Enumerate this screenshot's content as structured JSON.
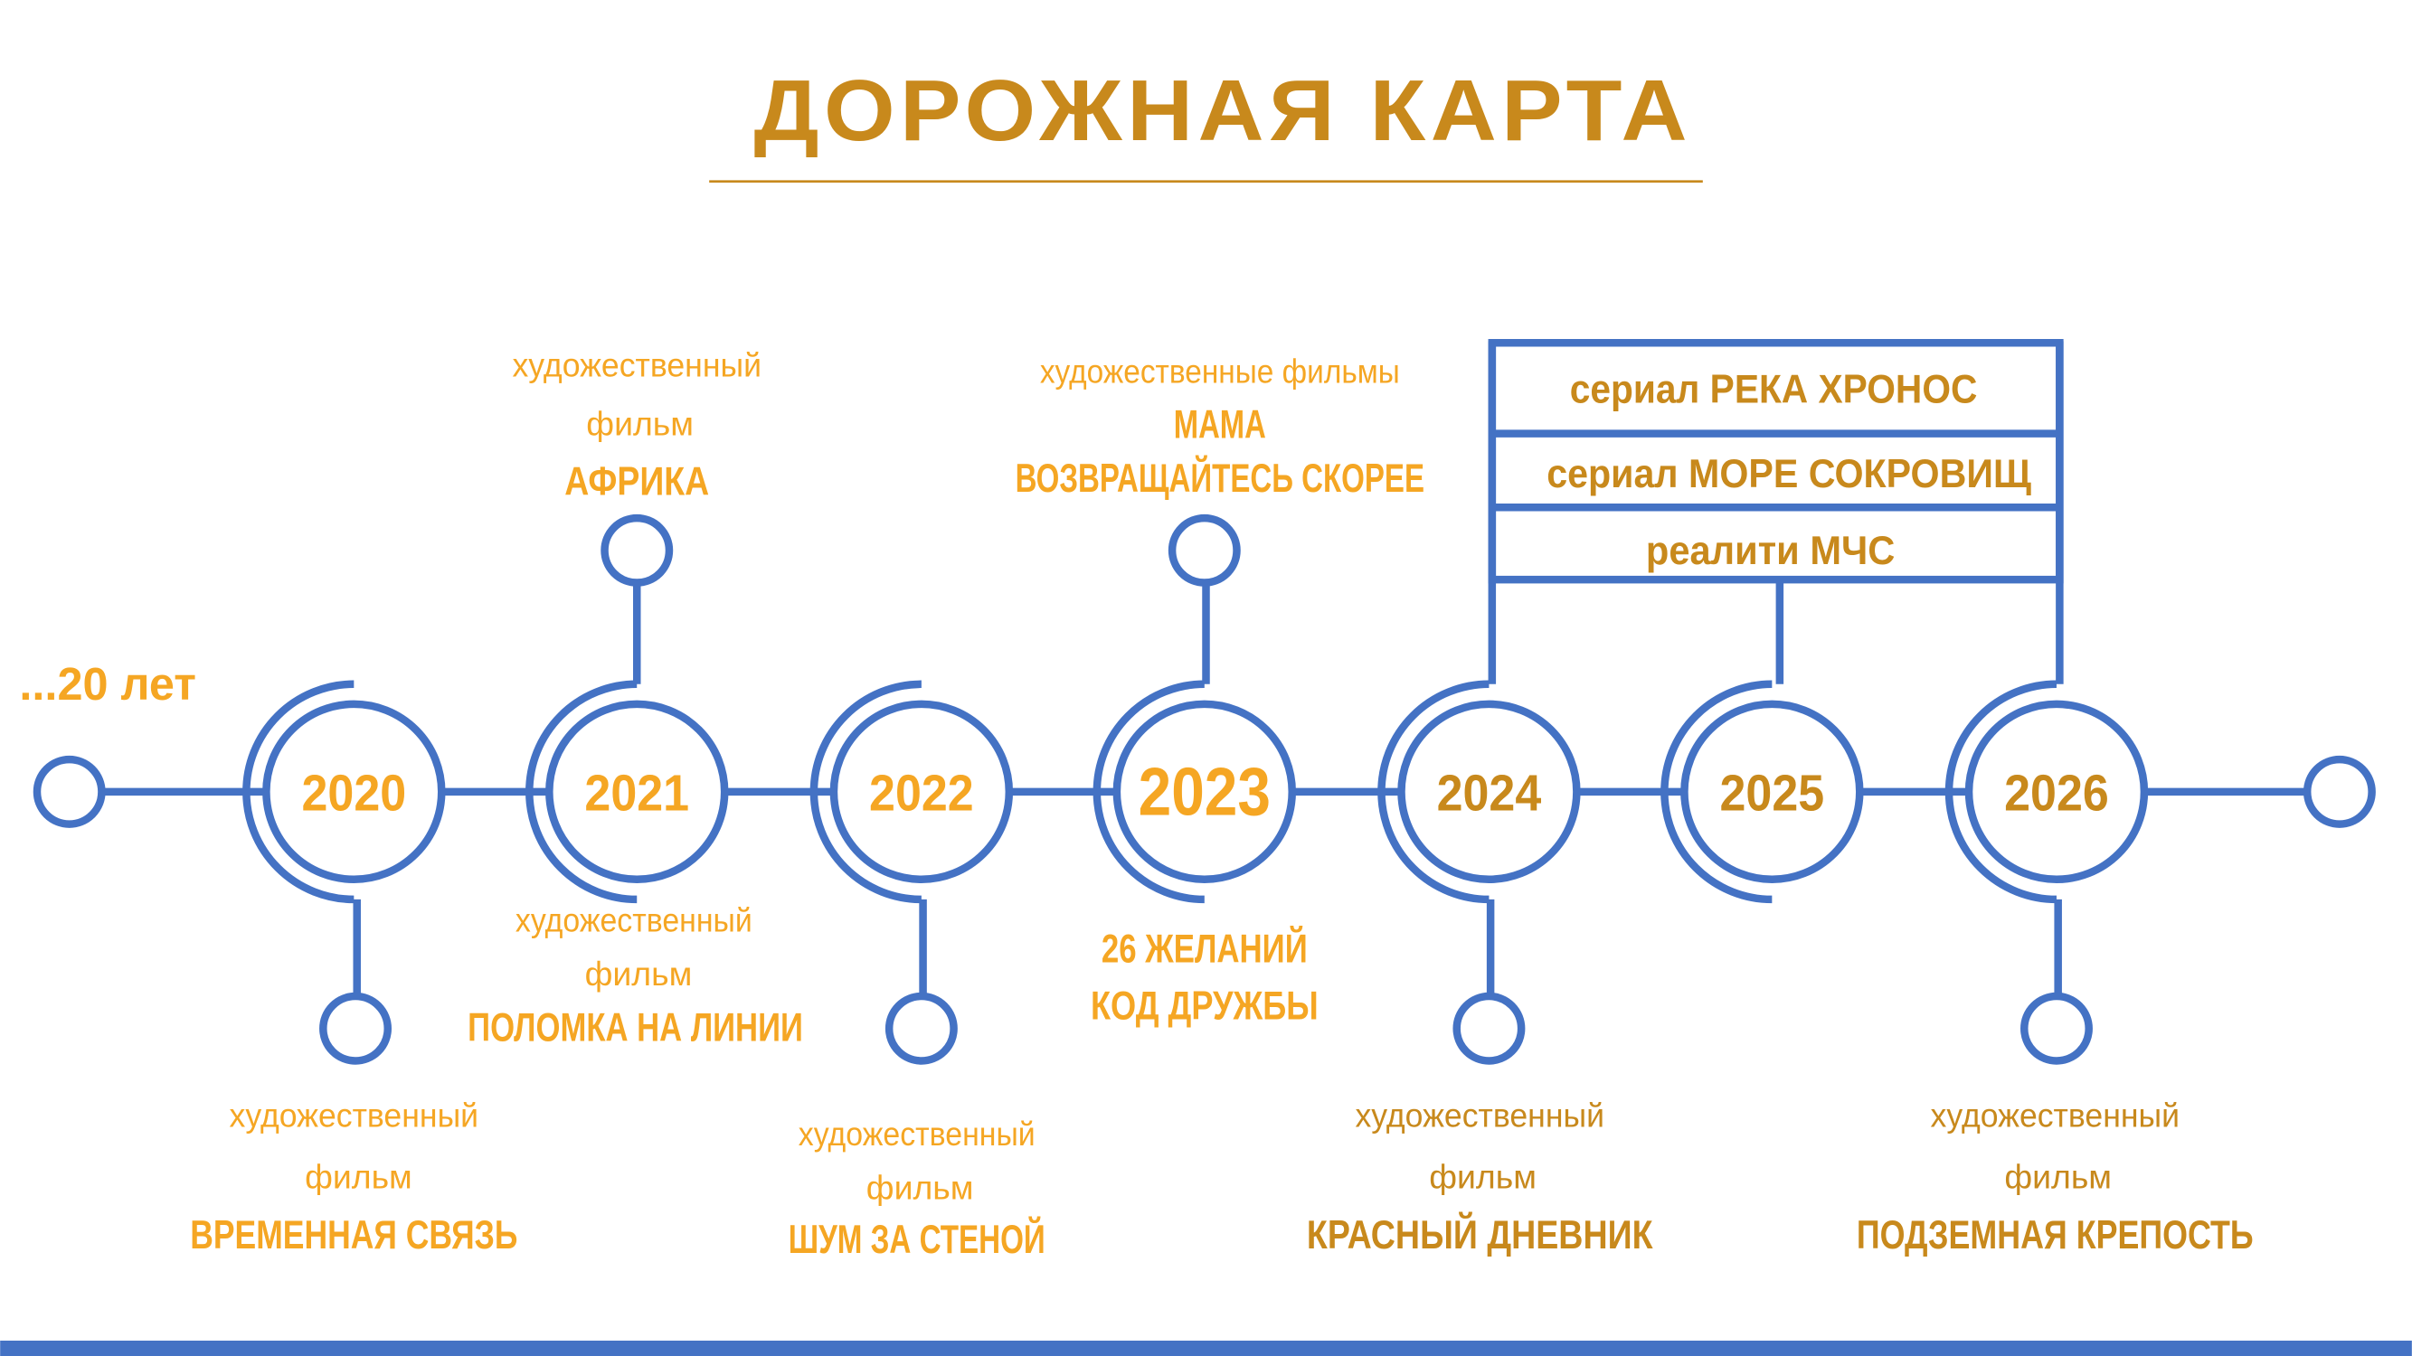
{
  "title": "ДОРОЖНАЯ КАРТА",
  "intro": "...20 лет",
  "colors": {
    "line": "#4472C4",
    "orange": "#F5A623",
    "gold": "#C8891C"
  },
  "years": [
    "2020",
    "2021",
    "2022",
    "2023",
    "2024",
    "2025",
    "2026"
  ],
  "events": {
    "y2020": {
      "type1": "художественный",
      "type2": "фильм",
      "name": "ВРЕМЕННАЯ СВЯЗЬ"
    },
    "y2021_top": {
      "type1": "художественный",
      "type2": "фильм",
      "name": "АФРИКА"
    },
    "y2021_bottom": {
      "type1": "художественный",
      "type2": "фильм",
      "name": "ПОЛОМКА НА ЛИНИИ"
    },
    "y2022": {
      "type1": "художественный",
      "type2": "фильм",
      "name": "ШУМ ЗА СТЕНОЙ"
    },
    "y2023_top": {
      "type1": "художественные фильмы",
      "name1": "МАМА",
      "name2": "ВОЗВРАЩАЙТЕСЬ СКОРЕЕ"
    },
    "y2023_bottom": {
      "name1": "26 ЖЕЛАНИЙ",
      "name2": "КОД ДРУЖБЫ"
    },
    "y2024": {
      "type1": "художественный",
      "type2": "фильм",
      "name": "КРАСНЫЙ ДНЕВНИК"
    },
    "y2026": {
      "type1": "художественный",
      "type2": "фильм",
      "name": "ПОДЗЕМНАЯ КРЕПОСТЬ"
    }
  },
  "projects_box": [
    {
      "type": "сериал",
      "name": "РЕКА ХРОНОС"
    },
    {
      "type": "сериал",
      "name": "МОРЕ СОКРОВИЩ"
    },
    {
      "type": "реалити",
      "name": "МЧС"
    }
  ]
}
